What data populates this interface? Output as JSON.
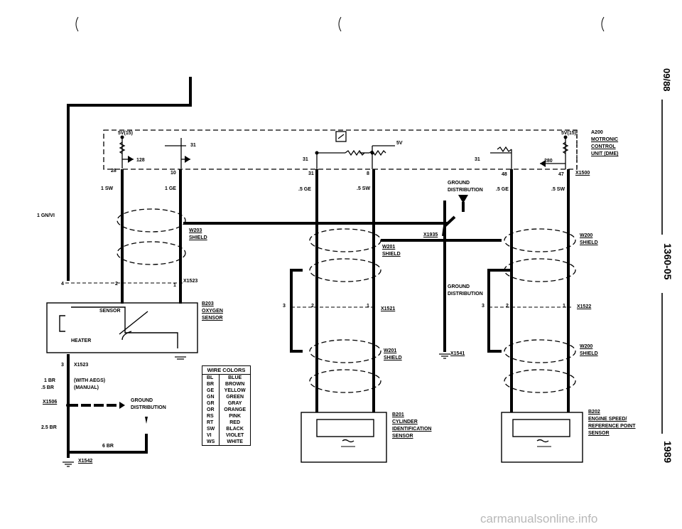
{
  "side_text": {
    "top": "09/88",
    "middle": "1360-05",
    "bottom": "1989"
  },
  "watermark": "carmanualsonline.info",
  "modules": {
    "dme": {
      "id": "A200",
      "line1": "MOTRONIC",
      "line2": "CONTROL",
      "line3": "UNIT (DME)"
    },
    "oxygen": {
      "id": "B203",
      "line1": "OXYGEN",
      "line2": "SENSOR"
    },
    "cylinder": {
      "id": "B201",
      "line1": "CYLINDER",
      "line2": "IDENTIFICATION",
      "line3": "SENSOR"
    },
    "engine_speed": {
      "id": "B202",
      "line1": "ENGINE SPEED/",
      "line2": "REFERENCE POINT",
      "line3": "SENSOR"
    }
  },
  "shields": {
    "w203": "W203",
    "w201a": "W201",
    "w201b": "W201",
    "w200a": "W200",
    "w200b": "W200",
    "shield": "SHIELD"
  },
  "connectors": {
    "x1500": "X1500",
    "x1523": "X1523",
    "x1523b": "X1523",
    "x1521": "X1521",
    "x1522": "X1522",
    "x1935": "X1935",
    "x1541": "X1541",
    "x1506": "X1506",
    "x1542": "X1542"
  },
  "labels": {
    "sv15_left": "5V(15)",
    "sv15_right": "5V(15)",
    "sv": "5V",
    "n128": "128",
    "n31a": "31",
    "n31b": "31",
    "n31c": "31",
    "n280": "280",
    "pin28": "28",
    "pin10": "10",
    "pin31": "31",
    "pin8": "8",
    "pin48": "48",
    "pin47": "47",
    "w_1sw": "1 SW",
    "w_1ge": "1 GE",
    "w_5ge_a": ".5 GE",
    "w_5sw_a": ".5 SW",
    "w_5ge_b": ".5 GE",
    "w_5sw_b": ".5 SW",
    "gnvi": "1 GN/VI",
    "ground_dist_1a": "GROUND",
    "ground_dist_1b": "DISTRIBUTION",
    "ground_dist_2a": "GROUND",
    "ground_dist_2b": "DISTRIBUTION",
    "ground_dist_3a": "GROUND",
    "ground_dist_3b": "DISTRIBUTION",
    "sensor": "SENSOR",
    "heater": "HEATER",
    "p4": "4",
    "p2": "2",
    "p1": "1",
    "p3": "3",
    "q3": "3",
    "q2": "2",
    "q1": "1",
    "r3": "3",
    "r2": "2",
    "r1": "1",
    "bottom_3": "3",
    "w_1br": "1 BR",
    "w_5br": ".5 BR",
    "with_aegs": "(WITH AEGS)",
    "manual": "(MANUAL)",
    "w_25br": "2.5 BR",
    "w_6br": "6 BR"
  },
  "wire_colors": {
    "title": "WIRE COLORS",
    "rows": [
      [
        "BL",
        "BLUE"
      ],
      [
        "BR",
        "BROWN"
      ],
      [
        "GE",
        "YELLOW"
      ],
      [
        "GN",
        "GREEN"
      ],
      [
        "GR",
        "GRAY"
      ],
      [
        "OR",
        "ORANGE"
      ],
      [
        "RS",
        "PINK"
      ],
      [
        "RT",
        "RED"
      ],
      [
        "SW",
        "BLACK"
      ],
      [
        "VI",
        "VIOLET"
      ],
      [
        "WS",
        "WHITE"
      ]
    ]
  }
}
